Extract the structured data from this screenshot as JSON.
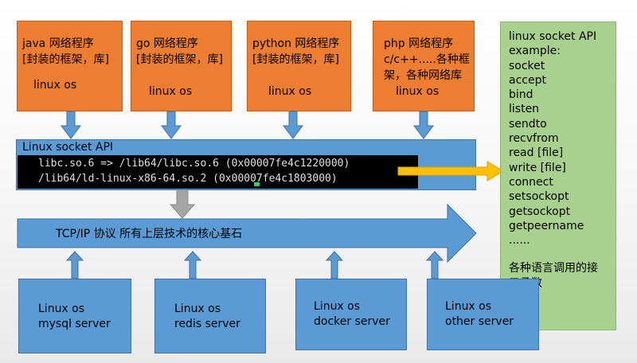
{
  "languages": [
    {
      "title": "java 网络程序\n[封装的框架，库]",
      "os": "linux os"
    },
    {
      "title": "go 网络程序\n[封装的框架，库]",
      "os": "linux os"
    },
    {
      "title": "python 网络程序\n[封装的框架，库]",
      "os": "linux os"
    },
    {
      "title": "php 网络程序\nc/c++.....各种框\n架，各种网络库",
      "os": "linux os"
    }
  ],
  "socket_api": {
    "label": "Linux socket API",
    "terminal": [
      "libc.so.6 => /lib64/libc.so.6 (0x00007fe4c1220000)",
      "/lib64/ld-linux-x86-64.so.2 (0x00007fe4c1803000)"
    ]
  },
  "tcpip": {
    "label": "TCP/IP 协议 所有上层技术的核心基石"
  },
  "servers": [
    {
      "os": "Linux os",
      "name": "mysql server"
    },
    {
      "os": "Linux os",
      "name": "redis server"
    },
    {
      "os": "Linux os",
      "name": "docker server"
    },
    {
      "os": "Linux os",
      "name": "other server"
    }
  ],
  "api_list": {
    "title": "linux socket API",
    "items": [
      "example:",
      "socket",
      "accept",
      "bind",
      "listen",
      "sendto",
      "recvfrom",
      "read [file]",
      "write [file]",
      "connect",
      "setsockopt",
      "getsockopt",
      "getpeername",
      "......"
    ],
    "note": "各种语言调用的接\n口函数"
  },
  "colors": {
    "orange": "#ed7d31",
    "blue": "#5b9bd5",
    "green": "#a9d18e",
    "gray": "#a5a5a5",
    "yellow": "#ffc000"
  }
}
